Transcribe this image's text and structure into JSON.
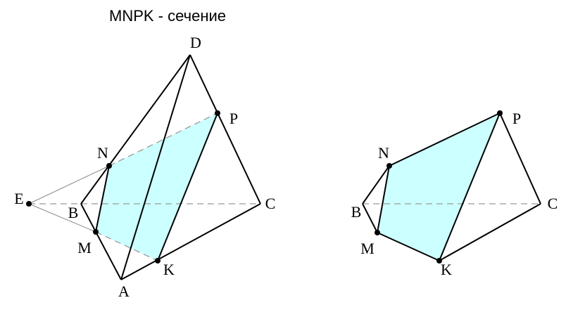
{
  "title": "MNPK - сечение",
  "colors": {
    "section_fill": "#ccffff",
    "line": "#000000",
    "construction_line": "#888888",
    "hidden_line": "#999999"
  },
  "left_figure": {
    "labels": {
      "D": "D",
      "P": "P",
      "N": "N",
      "E": "E",
      "B": "B",
      "C": "C",
      "M": "M",
      "K": "K",
      "A": "A"
    }
  },
  "right_figure": {
    "labels": {
      "P": "P",
      "N": "N",
      "B": "B",
      "C": "C",
      "M": "M",
      "K": "K"
    }
  }
}
